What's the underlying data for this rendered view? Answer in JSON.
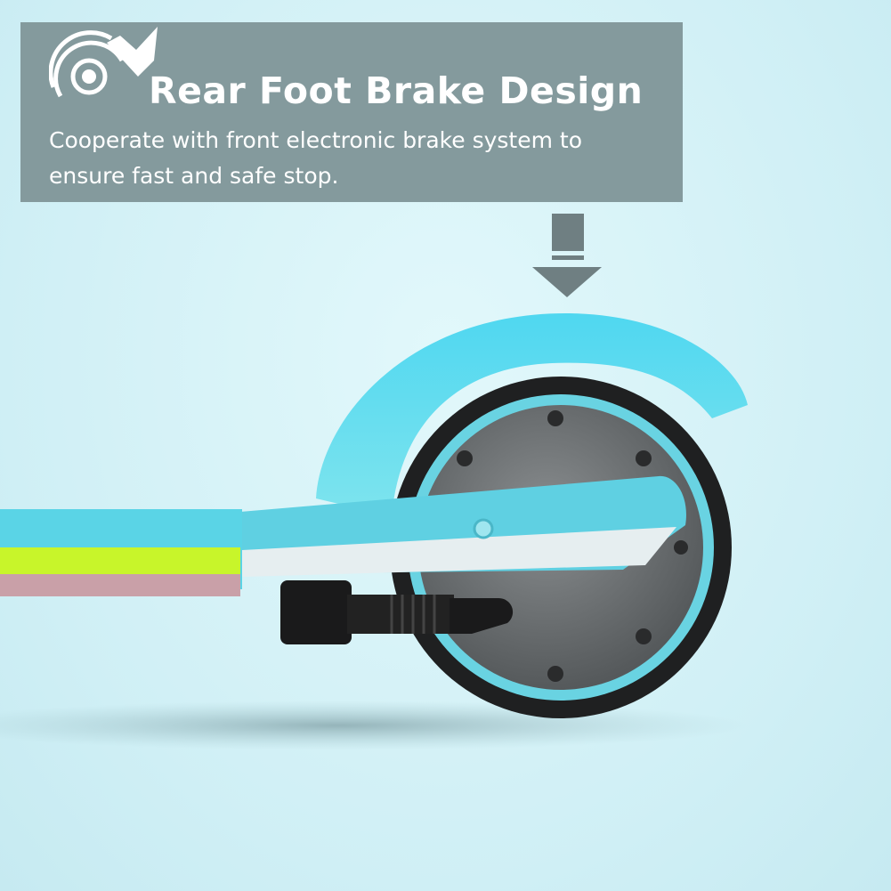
{
  "banner": {
    "icon": "rear-brake-icon",
    "title": "Rear Foot Brake Design",
    "description_line1": "Cooperate with front electronic brake system to",
    "description_line2": "ensure fast and safe stop."
  },
  "colors": {
    "panel": "#849a9d",
    "deck": "#5fd6e8",
    "accent": "#c8f52a",
    "tire": "#1e1e1e",
    "hub": "#6a6e70"
  }
}
